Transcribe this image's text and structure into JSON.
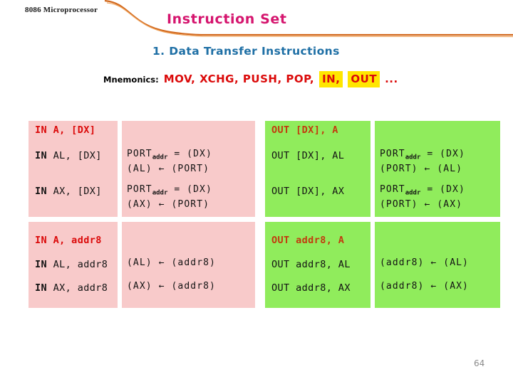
{
  "colors": {
    "pink": "#F8CACA",
    "green": "#90EC5C",
    "red": "#DB0A0A",
    "brick": "#C23B0E",
    "magenta": "#D5156E",
    "blue": "#1E6FA5",
    "yellow": "#FFE600",
    "orange": "#D2691E",
    "orange_light": "#EFA55F",
    "gray": "#8C8C8C"
  },
  "header": {
    "course_label": "8086 Microprocessor",
    "title": "Instruction Set",
    "section_heading": "1. Data Transfer Instructions"
  },
  "mnemonics": {
    "label": "Mnemonics:",
    "leading": "MOV, XCHG, PUSH, POP,",
    "highlight_in": "IN,",
    "highlight_out": "OUT",
    "trailing": "..."
  },
  "tables": {
    "blocks": [
      {
        "id": "in-upper",
        "theme": "pink",
        "rows": [
          {
            "label": "IN A, [DX]",
            "header": true,
            "bold": 0,
            "expr": []
          },
          {
            "label": "IN AL, [DX]",
            "header": false,
            "bold": 2,
            "expr": [
              "PORT_{addr} = (DX)",
              "(AL) ← (PORT)"
            ]
          },
          {
            "label": "IN AX, [DX]",
            "header": false,
            "bold": 2,
            "expr": [
              "PORT_{addr} = (DX)",
              "(AX) ← (PORT)"
            ]
          }
        ]
      },
      {
        "id": "out-upper",
        "theme": "green",
        "rows": [
          {
            "label": "OUT [DX], A",
            "header": true,
            "bold": 0,
            "expr": []
          },
          {
            "label": "OUT [DX], AL",
            "header": false,
            "bold": 0,
            "expr": [
              "PORT_{addr} = (DX)",
              "(PORT) ← (AL)"
            ]
          },
          {
            "label": "OUT [DX], AX",
            "header": false,
            "bold": 0,
            "expr": [
              "PORT_{addr} = (DX)",
              "(PORT) ← (AX)"
            ]
          }
        ]
      },
      {
        "id": "in-lower",
        "theme": "pink",
        "rows": [
          {
            "label": "IN A, addr8",
            "header": true,
            "bold": 0,
            "expr": []
          },
          {
            "label": "IN AL, addr8",
            "header": false,
            "bold": 2,
            "expr": [
              "(AL) ← (addr8)"
            ]
          },
          {
            "label": "IN AX, addr8",
            "header": false,
            "bold": 2,
            "expr": [
              "(AX) ← (addr8)"
            ]
          }
        ]
      },
      {
        "id": "out-lower",
        "theme": "green",
        "rows": [
          {
            "label": "OUT addr8, A",
            "header": true,
            "bold": 0,
            "expr": []
          },
          {
            "label": "OUT addr8, AL",
            "header": false,
            "bold": 0,
            "expr": [
              "(addr8) ← (AL)"
            ]
          },
          {
            "label": "OUT addr8, AX",
            "header": false,
            "bold": 0,
            "expr": [
              "(addr8) ← (AX)"
            ]
          }
        ]
      }
    ]
  },
  "footer": {
    "page_number": "64"
  }
}
